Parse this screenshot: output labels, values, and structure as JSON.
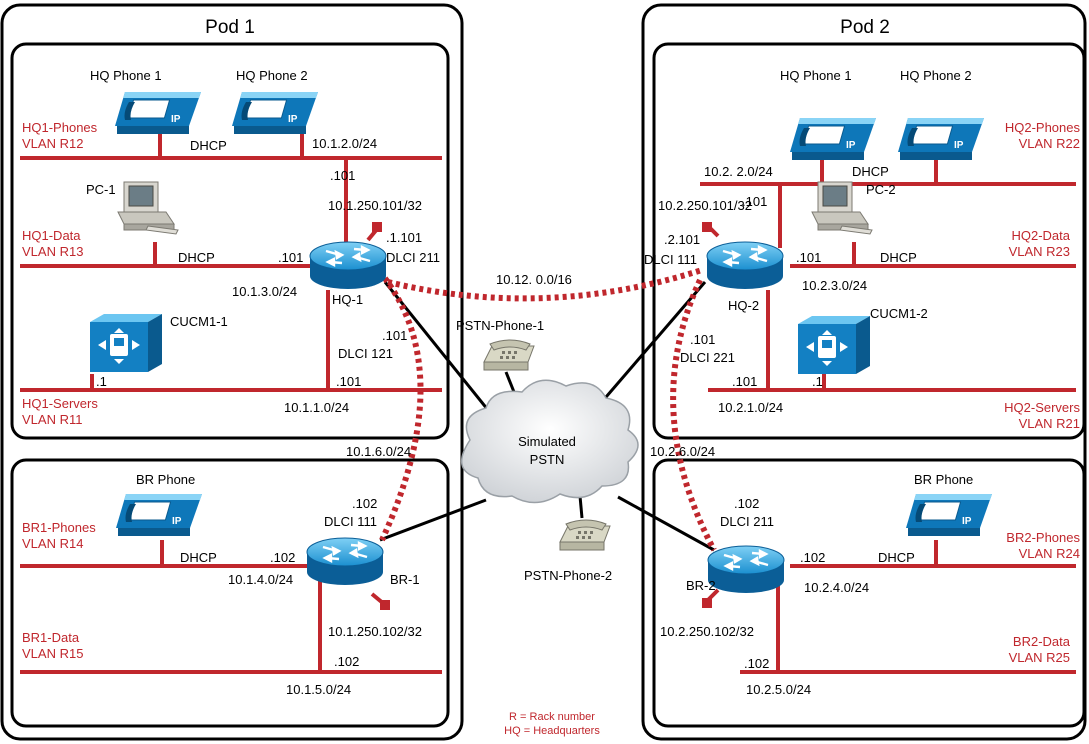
{
  "pods": [
    {
      "title": "Pod 1",
      "hq_phone_1": "HQ Phone 1",
      "hq_phone_2": "HQ Phone 2",
      "phones_vlan_name": "HQ1-Phones",
      "phones_vlan_id": "VLAN R12",
      "phones_dhcp": "DHCP",
      "phones_subnet": "10.1.2.0/24",
      "phones_if": ".101",
      "loopback": "10.1.250.101/32",
      "pc": "PC-1",
      "data_vlan_name": "HQ1-Data",
      "data_vlan_id": "VLAN R13",
      "data_dhcp": "DHCP",
      "data_if": ".101",
      "data_subnet": "10.1.3.0/24",
      "router": "HQ-1",
      "wan_if": ".1.101",
      "wan_dlci": "DLCI 211",
      "cucm": "CUCM1-1",
      "br_link_if": ".101",
      "br_link_dlci": "DLCI 121",
      "server_host": ".1",
      "server_if": ".101",
      "servers_vlan_name": "HQ1-Servers",
      "servers_vlan_id": "VLAN R11",
      "servers_subnet": "10.1.1.0/24",
      "br_link_subnet": "10.1.6.0/24",
      "br_phone": "BR Phone",
      "br_wan_if": ".102",
      "br_wan_dlci": "DLCI 111",
      "br_phones_vlan_name": "BR1-Phones",
      "br_phones_vlan_id": "VLAN R14",
      "br_dhcp": "DHCP",
      "br_phones_if": ".102",
      "br_phones_subnet": "10.1.4.0/24",
      "br_router": "BR-1",
      "br_loopback": "10.1.250.102/32",
      "br_data_vlan_name": "BR1-Data",
      "br_data_vlan_id": "VLAN R15",
      "br_data_if": ".102",
      "br_data_subnet": "10.1.5.0/24"
    },
    {
      "title": "Pod 2",
      "hq_phone_1": "HQ Phone 1",
      "hq_phone_2": "HQ Phone 2",
      "phones_vlan_name": "HQ2-Phones",
      "phones_vlan_id": "VLAN R22",
      "phones_dhcp": "DHCP",
      "phones_subnet": "10.2. 2.0/24",
      "phones_if": ".101",
      "loopback": "10.2.250.101/32",
      "pc": "PC-2",
      "data_vlan_name": "HQ2-Data",
      "data_vlan_id": "VLAN R23",
      "data_dhcp": "DHCP",
      "data_if": ".101",
      "data_subnet": "10.2.3.0/24",
      "router": "HQ-2",
      "wan_if": ".2.101",
      "wan_dlci": "DLCI 111",
      "cucm": "CUCM1-2",
      "br_link_if": ".101",
      "br_link_dlci": "DLCI 221",
      "server_host": ".1",
      "server_if": ".101",
      "servers_vlan_name": "HQ2-Servers",
      "servers_vlan_id": "VLAN R21",
      "servers_subnet": "10.2.1.0/24",
      "br_link_subnet": "10.2.6.0/24",
      "br_phone": "BR Phone",
      "br_wan_if": ".102",
      "br_wan_dlci": "DLCI 211",
      "br_phones_vlan_name": "BR2-Phones",
      "br_phones_vlan_id": "VLAN R24",
      "br_dhcp": "DHCP",
      "br_phones_if": ".102",
      "br_phones_subnet": "10.2.4.0/24",
      "br_router": "BR-2",
      "br_loopback": "10.2.250.102/32",
      "br_data_vlan_name": "BR2-Data",
      "br_data_vlan_id": "VLAN R25",
      "br_data_if": ".102",
      "br_data_subnet": "10.2.5.0/24"
    }
  ],
  "wan_subnet": "10.12. 0.0/16",
  "pstn_phone_1": "PSTN-Phone-1",
  "pstn_phone_2": "PSTN-Phone-2",
  "cloud_line_1": "Simulated",
  "cloud_line_2": "PSTN",
  "legend_1": "R = Rack number",
  "legend_2": "HQ = Headquarters",
  "colors": {
    "accent_red": "#c0272d",
    "device_blue": "#1b8fd0"
  }
}
